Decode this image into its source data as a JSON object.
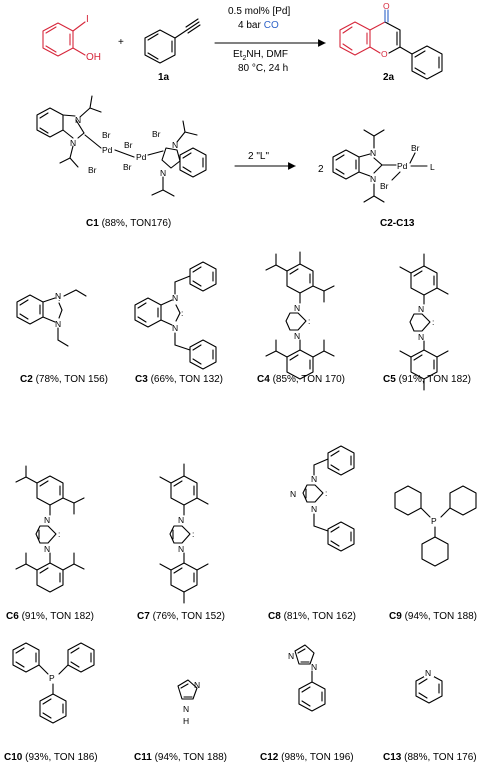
{
  "reaction": {
    "conditions": {
      "catalyst": "0.5 mol% [Pd]",
      "co_amount": "4 bar",
      "co": "CO",
      "base_prefix": "Et",
      "base_sub": "2",
      "base_suffix": "NH, DMF",
      "temp_time": "80 °C, 24 h"
    },
    "reactant_b_label": "1a",
    "product_label": "2a",
    "plus": "+",
    "atom_I": "I",
    "atom_OH": "OH",
    "atom_O": "O"
  },
  "ligand_exchange": {
    "reagent": "2 \"L\"",
    "coefficient": "2",
    "dimer_id": "C1",
    "dimer_data": " (88%, TON176)",
    "product_id": "C2-C13"
  },
  "atoms": {
    "N": "N",
    "P": "P",
    "H": "H",
    "Pd": "Pd",
    "Br": "Br",
    "L": "L",
    "dots": ":"
  },
  "compounds": [
    {
      "id": "C2",
      "data": " (78%, TON 156)"
    },
    {
      "id": "C3",
      "data": " (66%, TON 132)"
    },
    {
      "id": "C4",
      "data": " (85%, TON 170)"
    },
    {
      "id": "C5",
      "data": " (91%, TON 182)"
    },
    {
      "id": "C6",
      "data": " (91%, TON 182)"
    },
    {
      "id": "C7",
      "data": " (76%, TON 152)"
    },
    {
      "id": "C8",
      "data": " (81%, TON 162)"
    },
    {
      "id": "C9",
      "data": " (94%, TON 188)"
    },
    {
      "id": "C10",
      "data": " (93%, TON 186)"
    },
    {
      "id": "C11",
      "data": " (94%, TON 188)"
    },
    {
      "id": "C12",
      "data": " (98%, TON 196)"
    },
    {
      "id": "C13",
      "data": " (88%, TON 176)"
    }
  ],
  "colors": {
    "red": "#d6273b",
    "blue": "#2f63c8",
    "black": "#000000"
  }
}
